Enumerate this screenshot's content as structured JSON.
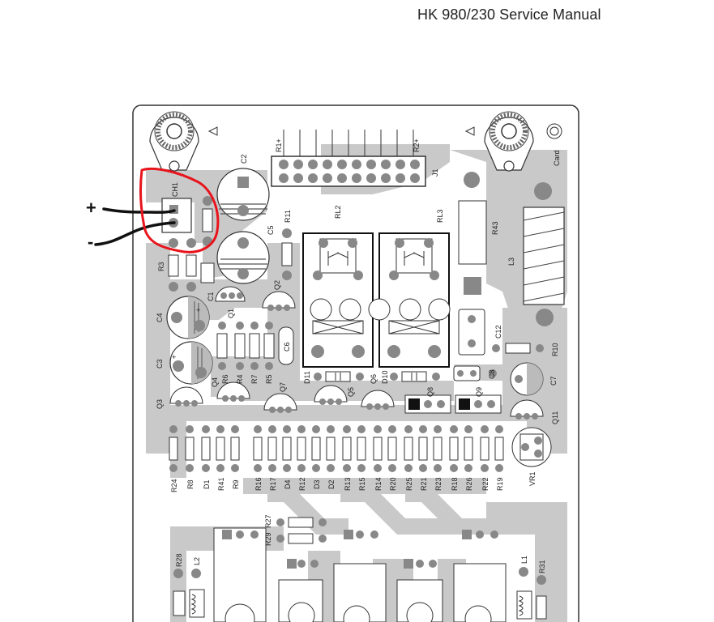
{
  "header": {
    "title": "HK 980/230 Service Manual"
  },
  "board": {
    "connector_labels": [
      "R1+",
      "R2+",
      "J1",
      "CH1",
      "Card"
    ],
    "polarity": {
      "plus": "+",
      "minus": "-"
    },
    "components": [
      "C2",
      "C5",
      "C4",
      "C3",
      "C1",
      "C6",
      "C7",
      "C12",
      "R3",
      "R11",
      "R10",
      "R43",
      "R6",
      "R4",
      "R7",
      "R5",
      "R24",
      "R8",
      "R41",
      "R9",
      "R16",
      "R17",
      "R12",
      "R13",
      "R15",
      "R14",
      "R20",
      "R25",
      "R21",
      "R23",
      "R18",
      "R26",
      "R22",
      "R19",
      "R27",
      "R29",
      "R28",
      "R31",
      "D1",
      "D3",
      "D2",
      "D4",
      "D10",
      "D11",
      "Q1",
      "Q2",
      "Q3",
      "Q4",
      "Q5",
      "Q6",
      "Q7",
      "Q8",
      "Q9",
      "Q11",
      "RL2",
      "RL3",
      "L1",
      "L2",
      "L3",
      "VR1"
    ],
    "highlight_color": "#e8141c",
    "trace_color": "#c8c8c8",
    "wire_color": "#111111"
  }
}
